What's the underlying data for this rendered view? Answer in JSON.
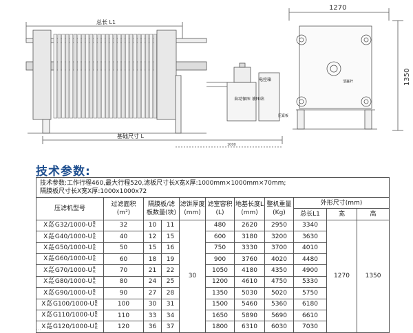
{
  "drawing": {
    "dim_total_length": "总长 L1",
    "dim_foundation": "基础尺寸 L",
    "dim_width": "1270",
    "dim_height": "1350",
    "dim_small": "1000",
    "label_motor": "电控箱",
    "label_box": "自动保压\n液压站",
    "label_piston": "活塞杆",
    "label_plate": "压紧板"
  },
  "title": "技术参数:",
  "note_line1": "技术参数:工作行程460,最大行程520,滤板尺寸长X宽X厚:1000mm×1000mm×70mm;",
  "note_line2": "隔膜板尺寸长X宽X厚:1000x1000x72",
  "headers": {
    "model": "压滤机型号",
    "area": "过滤面积",
    "area_unit": "(m²)",
    "plates": "隔膜板/滤",
    "plates2": "板数量(块)",
    "cake": "滤饼厚度",
    "cake_unit": "(mm)",
    "volume": "滤室容积",
    "volume_unit": "(L)",
    "base": "地基长度L",
    "base_unit": "(mm)",
    "weight": "整机重量",
    "weight_unit": "(Kg)",
    "outer": "外形尺寸(mm)",
    "len": "总长L1",
    "wid": "宽",
    "hei": "高"
  },
  "model_prefix": "X",
  "model_top": "AY",
  "model_bot": "MZ",
  "model_suffix_top": "B",
  "model_suffix_bot": "K",
  "rows": [
    {
      "model": "G32/1000-U",
      "area": "32",
      "a": "10",
      "b": "11",
      "vol": "480",
      "base": "2620",
      "w": "2950",
      "l1": "3340"
    },
    {
      "model": "G40/1000-U",
      "area": "40",
      "a": "12",
      "b": "15",
      "vol": "600",
      "base": "3180",
      "w": "3200",
      "l1": "3630"
    },
    {
      "model": "G50/1000-U",
      "area": "50",
      "a": "15",
      "b": "16",
      "vol": "750",
      "base": "3330",
      "w": "3700",
      "l1": "4010"
    },
    {
      "model": "G60/1000-U",
      "area": "60",
      "a": "18",
      "b": "19",
      "vol": "900",
      "base": "3760",
      "w": "4020",
      "l1": "4480"
    },
    {
      "model": "G70/1000-U",
      "area": "70",
      "a": "21",
      "b": "22",
      "vol": "1050",
      "base": "4180",
      "w": "4350",
      "l1": "4900"
    },
    {
      "model": "G80/1000-U",
      "area": "80",
      "a": "24",
      "b": "25",
      "vol": "1200",
      "base": "4610",
      "w": "4750",
      "l1": "5330"
    },
    {
      "model": "G90/1000-U",
      "area": "90",
      "a": "27",
      "b": "28",
      "vol": "1350",
      "base": "5030",
      "w": "5020",
      "l1": "5750"
    },
    {
      "model": "G100/1000-U",
      "area": "100",
      "a": "30",
      "b": "31",
      "vol": "1500",
      "base": "5460",
      "w": "5360",
      "l1": "6180"
    },
    {
      "model": "G110/1000-U",
      "area": "110",
      "a": "33",
      "b": "34",
      "vol": "1650",
      "base": "5890",
      "w": "5690",
      "l1": "6610"
    },
    {
      "model": "G120/1000-U",
      "area": "120",
      "a": "36",
      "b": "37",
      "vol": "1800",
      "base": "6310",
      "w": "6030",
      "l1": "7030"
    }
  ],
  "cake_value": "30",
  "width_value": "1270",
  "height_value": "1350"
}
